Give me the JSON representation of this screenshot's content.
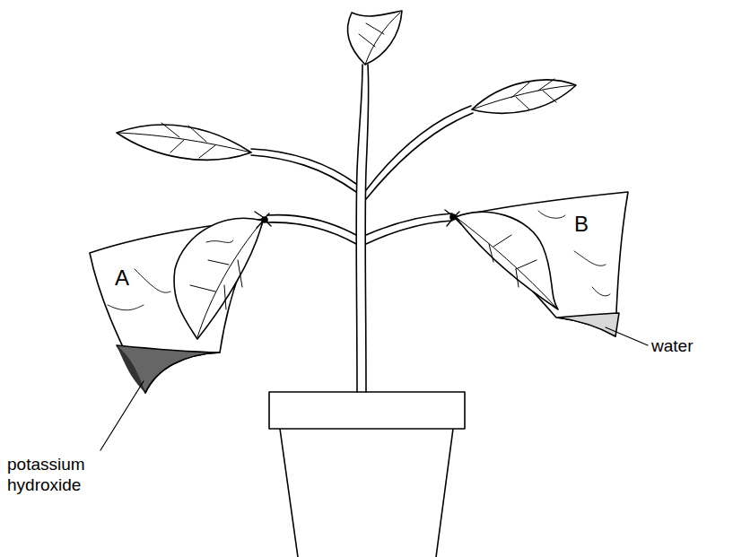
{
  "diagram": {
    "labels": [
      "A",
      "potassium hydroxide",
      "B",
      "water"
    ]
  }
}
